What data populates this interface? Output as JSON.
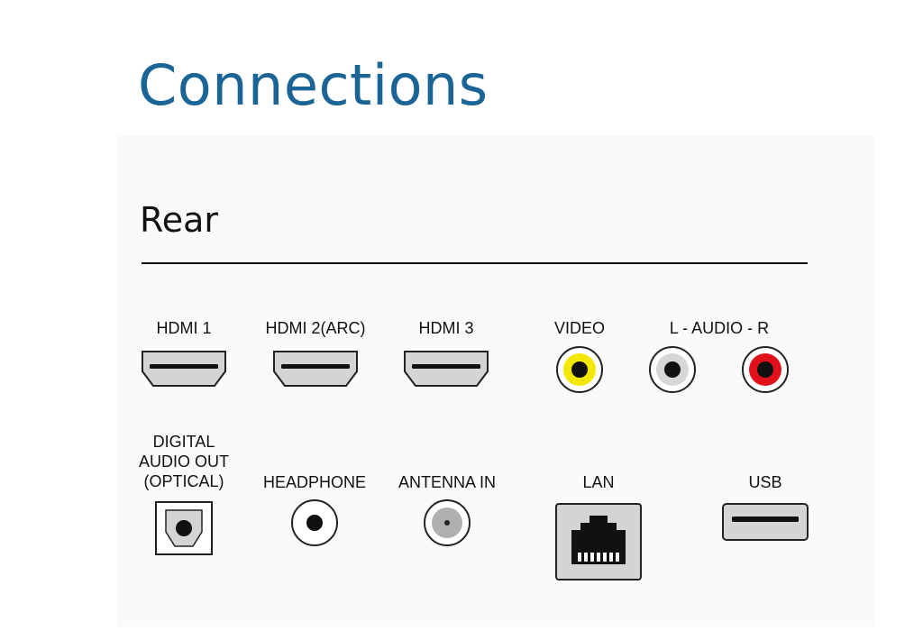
{
  "title": "Connections",
  "section": "Rear",
  "ports": {
    "hdmi1": {
      "label": "HDMI 1",
      "icon": "hdmi-port-icon"
    },
    "hdmi2": {
      "label": "HDMI 2(ARC)",
      "icon": "hdmi-port-icon"
    },
    "hdmi3": {
      "label": "HDMI 3",
      "icon": "hdmi-port-icon"
    },
    "video": {
      "label": "VIDEO",
      "icon": "rca-yellow-icon",
      "color": "#f5e800"
    },
    "audio": {
      "label": "L - AUDIO - R",
      "left_color": "#d7d7d7",
      "right_color": "#e0111a"
    },
    "optical": {
      "line1": "DIGITAL",
      "line2": "AUDIO OUT",
      "line3": "(OPTICAL)",
      "icon": "optical-port-icon"
    },
    "headphone": {
      "label": "HEADPHONE",
      "icon": "headphone-jack-icon"
    },
    "antenna": {
      "label": "ANTENNA IN",
      "icon": "antenna-port-icon"
    },
    "lan": {
      "label": "LAN",
      "icon": "ethernet-port-icon"
    },
    "usb": {
      "label": "USB",
      "icon": "usb-port-icon"
    }
  }
}
